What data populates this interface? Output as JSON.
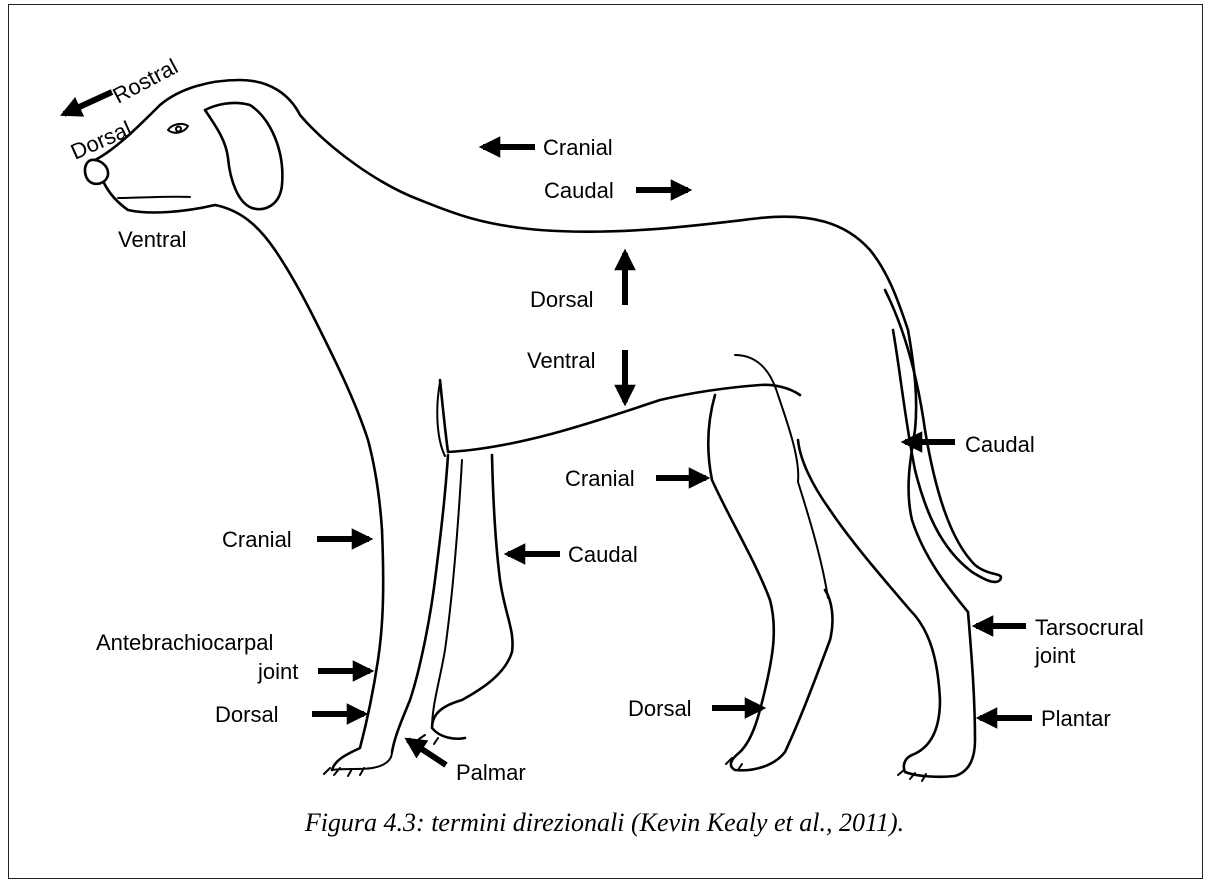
{
  "labels": {
    "rostral": "Rostral",
    "dorsal_head": "Dorsal",
    "ventral_head": "Ventral",
    "cranial_top": "Cranial",
    "caudal_top": "Caudal",
    "dorsal_mid": "Dorsal",
    "ventral_mid": "Ventral",
    "cranial_hind": "Cranial",
    "caudal_tail": "Caudal",
    "cranial_fore": "Cranial",
    "caudal_fore": "Caudal",
    "antebrachiocarpal_1": "Antebrachiocarpal",
    "antebrachiocarpal_2": "joint",
    "dorsal_forepaw": "Dorsal",
    "palmar": "Palmar",
    "dorsal_hindpaw": "Dorsal",
    "tarsocrural_1": "Tarsocrural",
    "tarsocrural_2": "joint",
    "plantar": "Plantar"
  },
  "caption": "Figura 4.3: termini direzionali (Kevin Kealy et al., 2011).",
  "colors": {
    "ink": "#000000",
    "background": "#ffffff",
    "border": "#222222"
  }
}
